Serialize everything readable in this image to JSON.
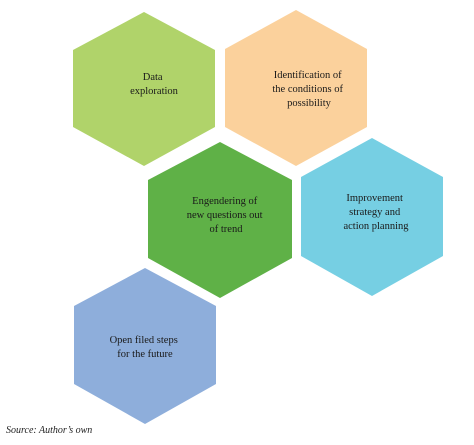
{
  "hexagons": [
    {
      "id": "data-exploration",
      "lines": [
        "Data",
        "exploration"
      ],
      "color": "#b0d36a"
    },
    {
      "id": "identification",
      "lines": [
        "Identification of",
        "the conditions of",
        "possibility"
      ],
      "color": "#fbd19c"
    },
    {
      "id": "engendering",
      "lines": [
        "Engendering of",
        "new questions out",
        "of trend"
      ],
      "color": "#5fb147"
    },
    {
      "id": "improvement",
      "lines": [
        "Improvement",
        "strategy and",
        "action planning"
      ],
      "color": "#76cfe3"
    },
    {
      "id": "open-filed",
      "lines": [
        "Open filed steps",
        "for the future"
      ],
      "color": "#8eaedb"
    }
  ],
  "source": "Source: Author’s own"
}
